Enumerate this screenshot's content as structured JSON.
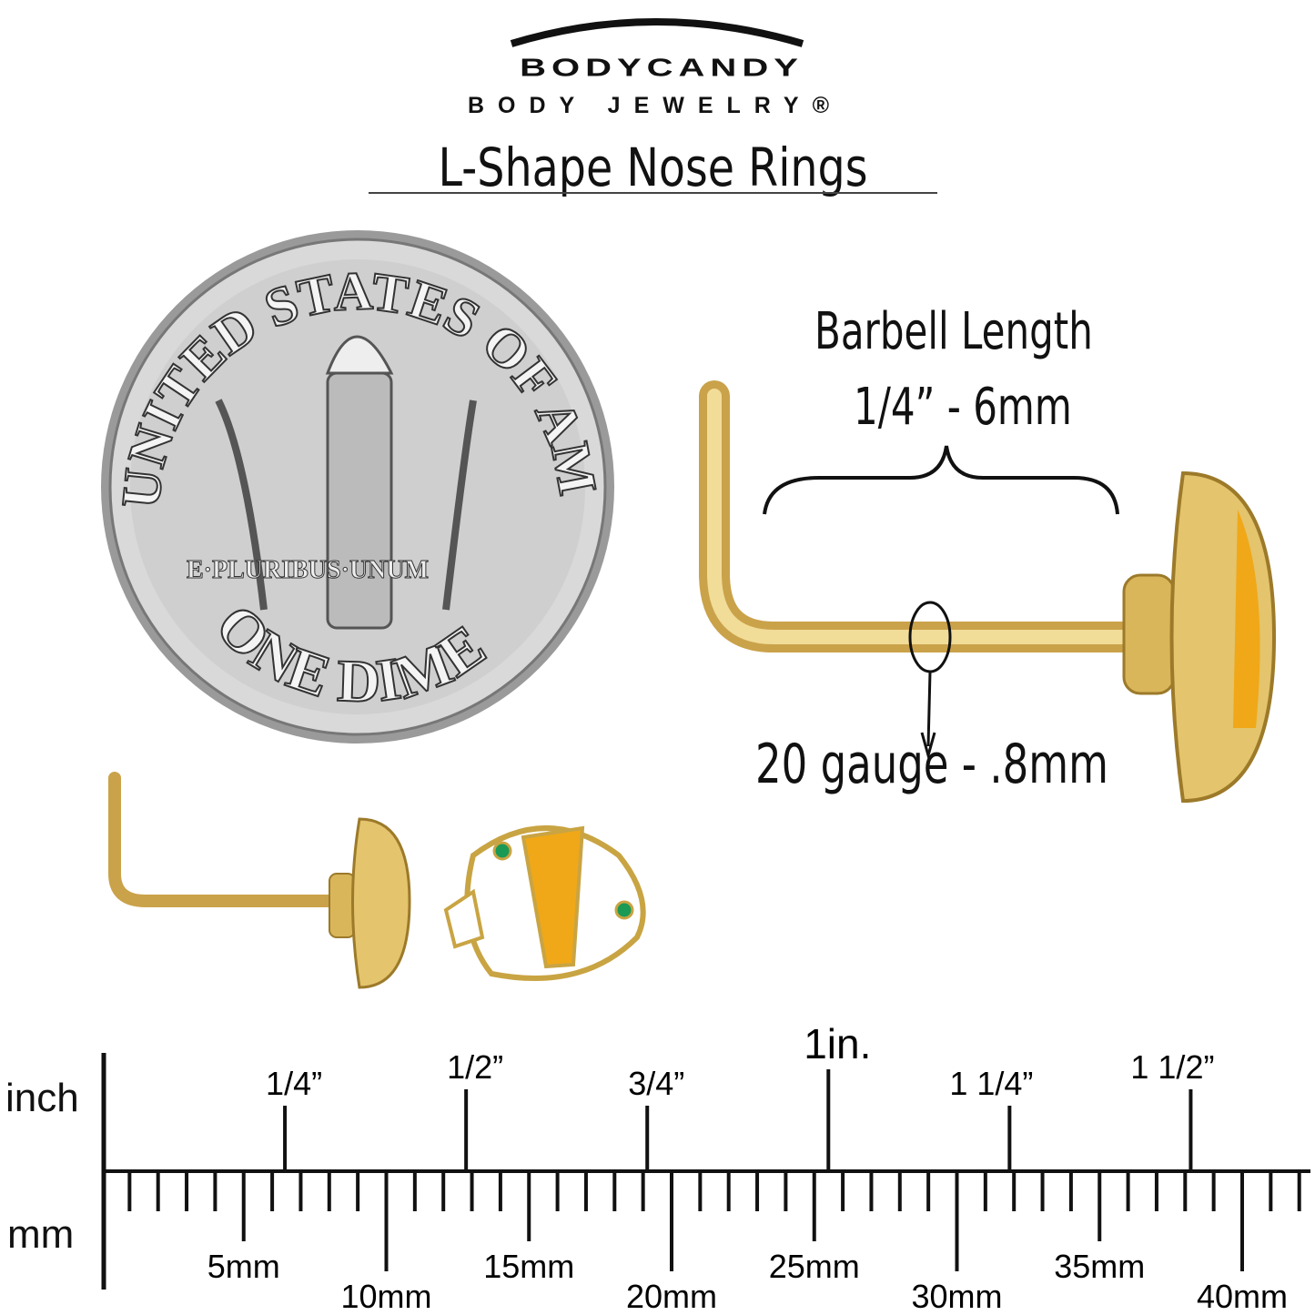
{
  "logo": {
    "brand": "BODYCANDY",
    "tagline": "BODY JEWELRY®"
  },
  "title": "L-Shape Nose Rings",
  "coin": {
    "top_text": "UNITED STATES OF AMERICA",
    "motto": "E·PLURIBUS·UNUM",
    "bottom_text": "ONE DIME"
  },
  "annotations": {
    "length_label": "Barbell Length",
    "length_value": "1/4” - 6mm",
    "gauge": "20 gauge - .8mm"
  },
  "colors": {
    "gold": "#e2c46a",
    "enamel_orange": "#f0a818",
    "enamel_green": "#1a9a55",
    "coin_silver": "#c8c8c8"
  },
  "ruler": {
    "inch_label": "inch",
    "mm_label": "mm",
    "inch_ticks": [
      {
        "value": 0.25,
        "label": "1/4”"
      },
      {
        "value": 0.5,
        "label": "1/2”"
      },
      {
        "value": 0.75,
        "label": "3/4”"
      },
      {
        "value": 1,
        "label": "1in."
      },
      {
        "value": 1.25,
        "label": "1 1/4”"
      },
      {
        "value": 1.5,
        "label": "1 1/2”"
      }
    ],
    "mm_max": 42,
    "mm_labels": [
      "5mm",
      "10mm",
      "15mm",
      "20mm",
      "25mm",
      "30mm",
      "35mm",
      "40mm"
    ]
  }
}
